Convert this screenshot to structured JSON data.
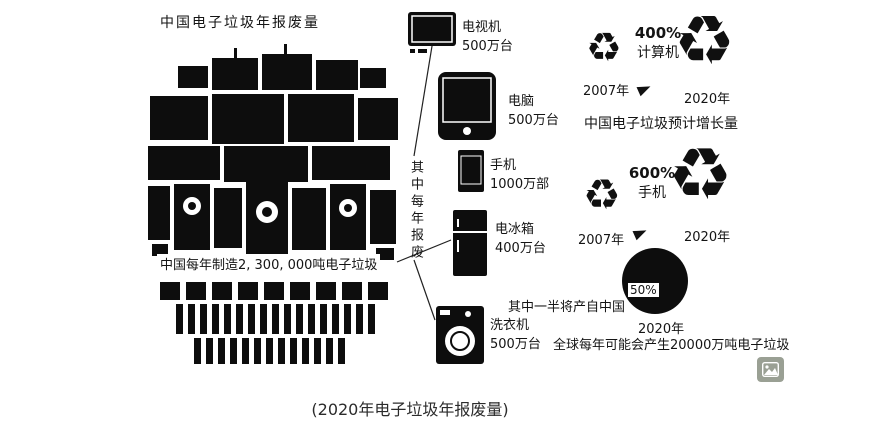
{
  "pile": {
    "title": "中国电子垃圾年报废量",
    "caption": "中国每年制造2, 300, 000吨电子垃圾"
  },
  "devices": {
    "brace_label": "其中每年报废",
    "items": [
      {
        "label": "电视机",
        "qty": "500万台"
      },
      {
        "label": "电脑",
        "qty": "500万台"
      },
      {
        "label": "手机",
        "qty": "1000万部"
      },
      {
        "label": "电冰箱",
        "qty": "400万台"
      },
      {
        "label": "洗衣机",
        "qty": "500万台"
      }
    ]
  },
  "growth": {
    "caption": "中国电子垃圾预计增长量",
    "rows": [
      {
        "percent": "400%",
        "item": "计算机",
        "year_from": "2007年",
        "year_to": "2020年"
      },
      {
        "percent": "600%",
        "item": "手机",
        "year_from": "2007年",
        "year_to": "2020年"
      }
    ]
  },
  "global_forecast": {
    "share_label": "50%",
    "note": "其中一半将产自中国",
    "year": "2020年",
    "caption": "全球每年可能会产生20000万吨电子垃圾"
  },
  "footer": {
    "caption": "(2020年电子垃圾年报废量)"
  },
  "icons": {
    "recycle": "♻"
  },
  "colors": {
    "ink": "#0d0d0d",
    "background": "#ffffff",
    "badge": "#9aa094"
  }
}
